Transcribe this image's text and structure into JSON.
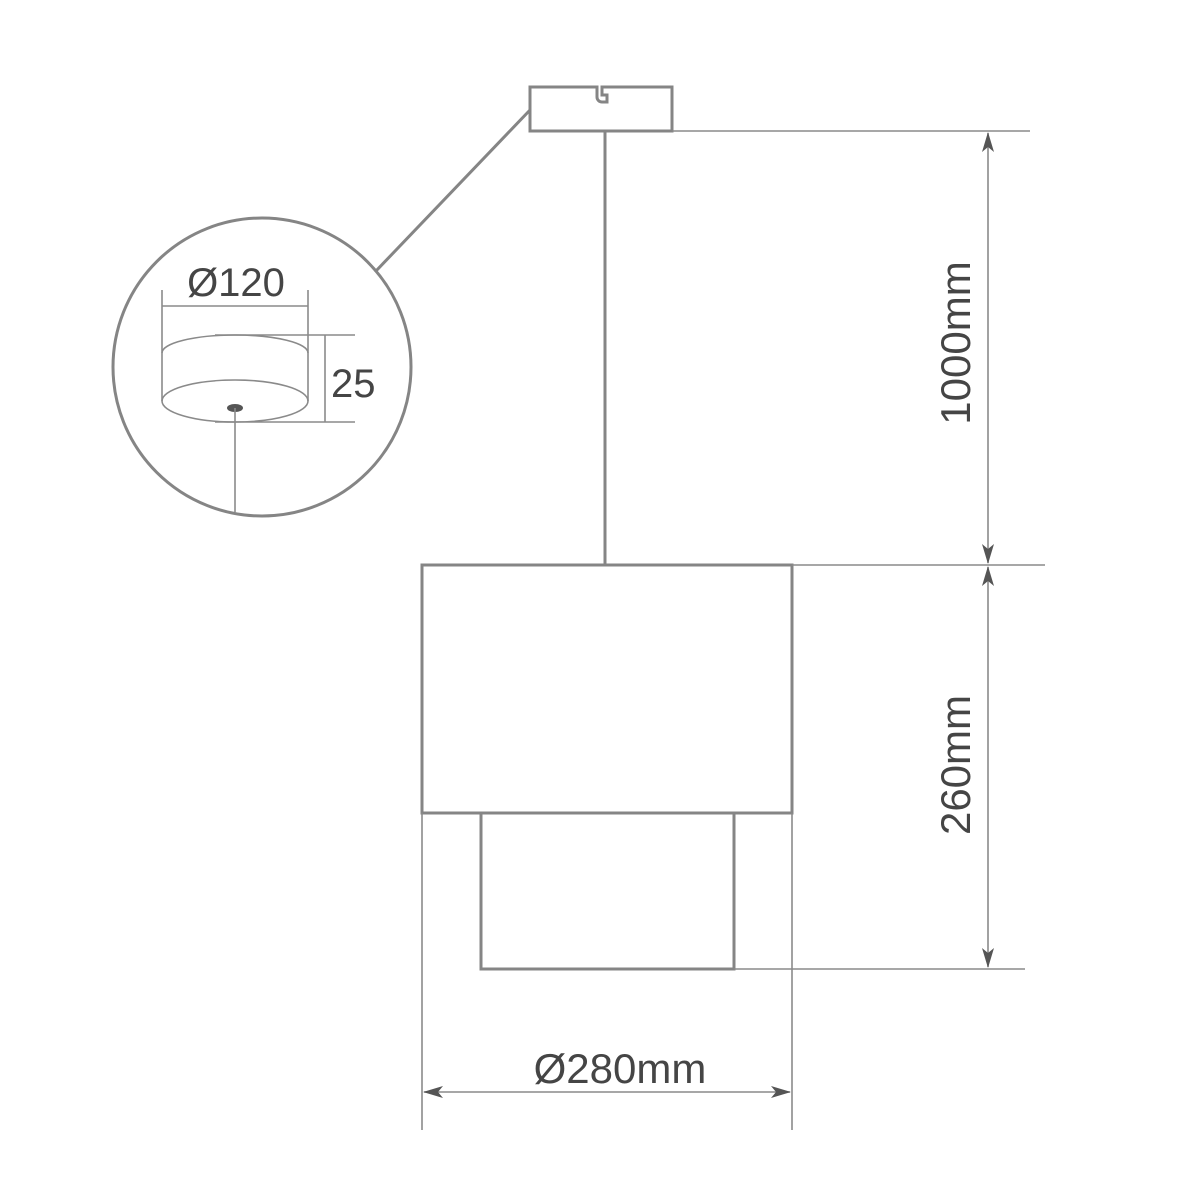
{
  "dimensions": {
    "cord_length": "1000mm",
    "shade_height": "260mm",
    "shade_diameter": "Ø280mm",
    "canopy_diameter": "Ø120",
    "canopy_height": "25"
  },
  "colors": {
    "line": "#858585",
    "text": "#454545",
    "arrow": "#555555"
  }
}
